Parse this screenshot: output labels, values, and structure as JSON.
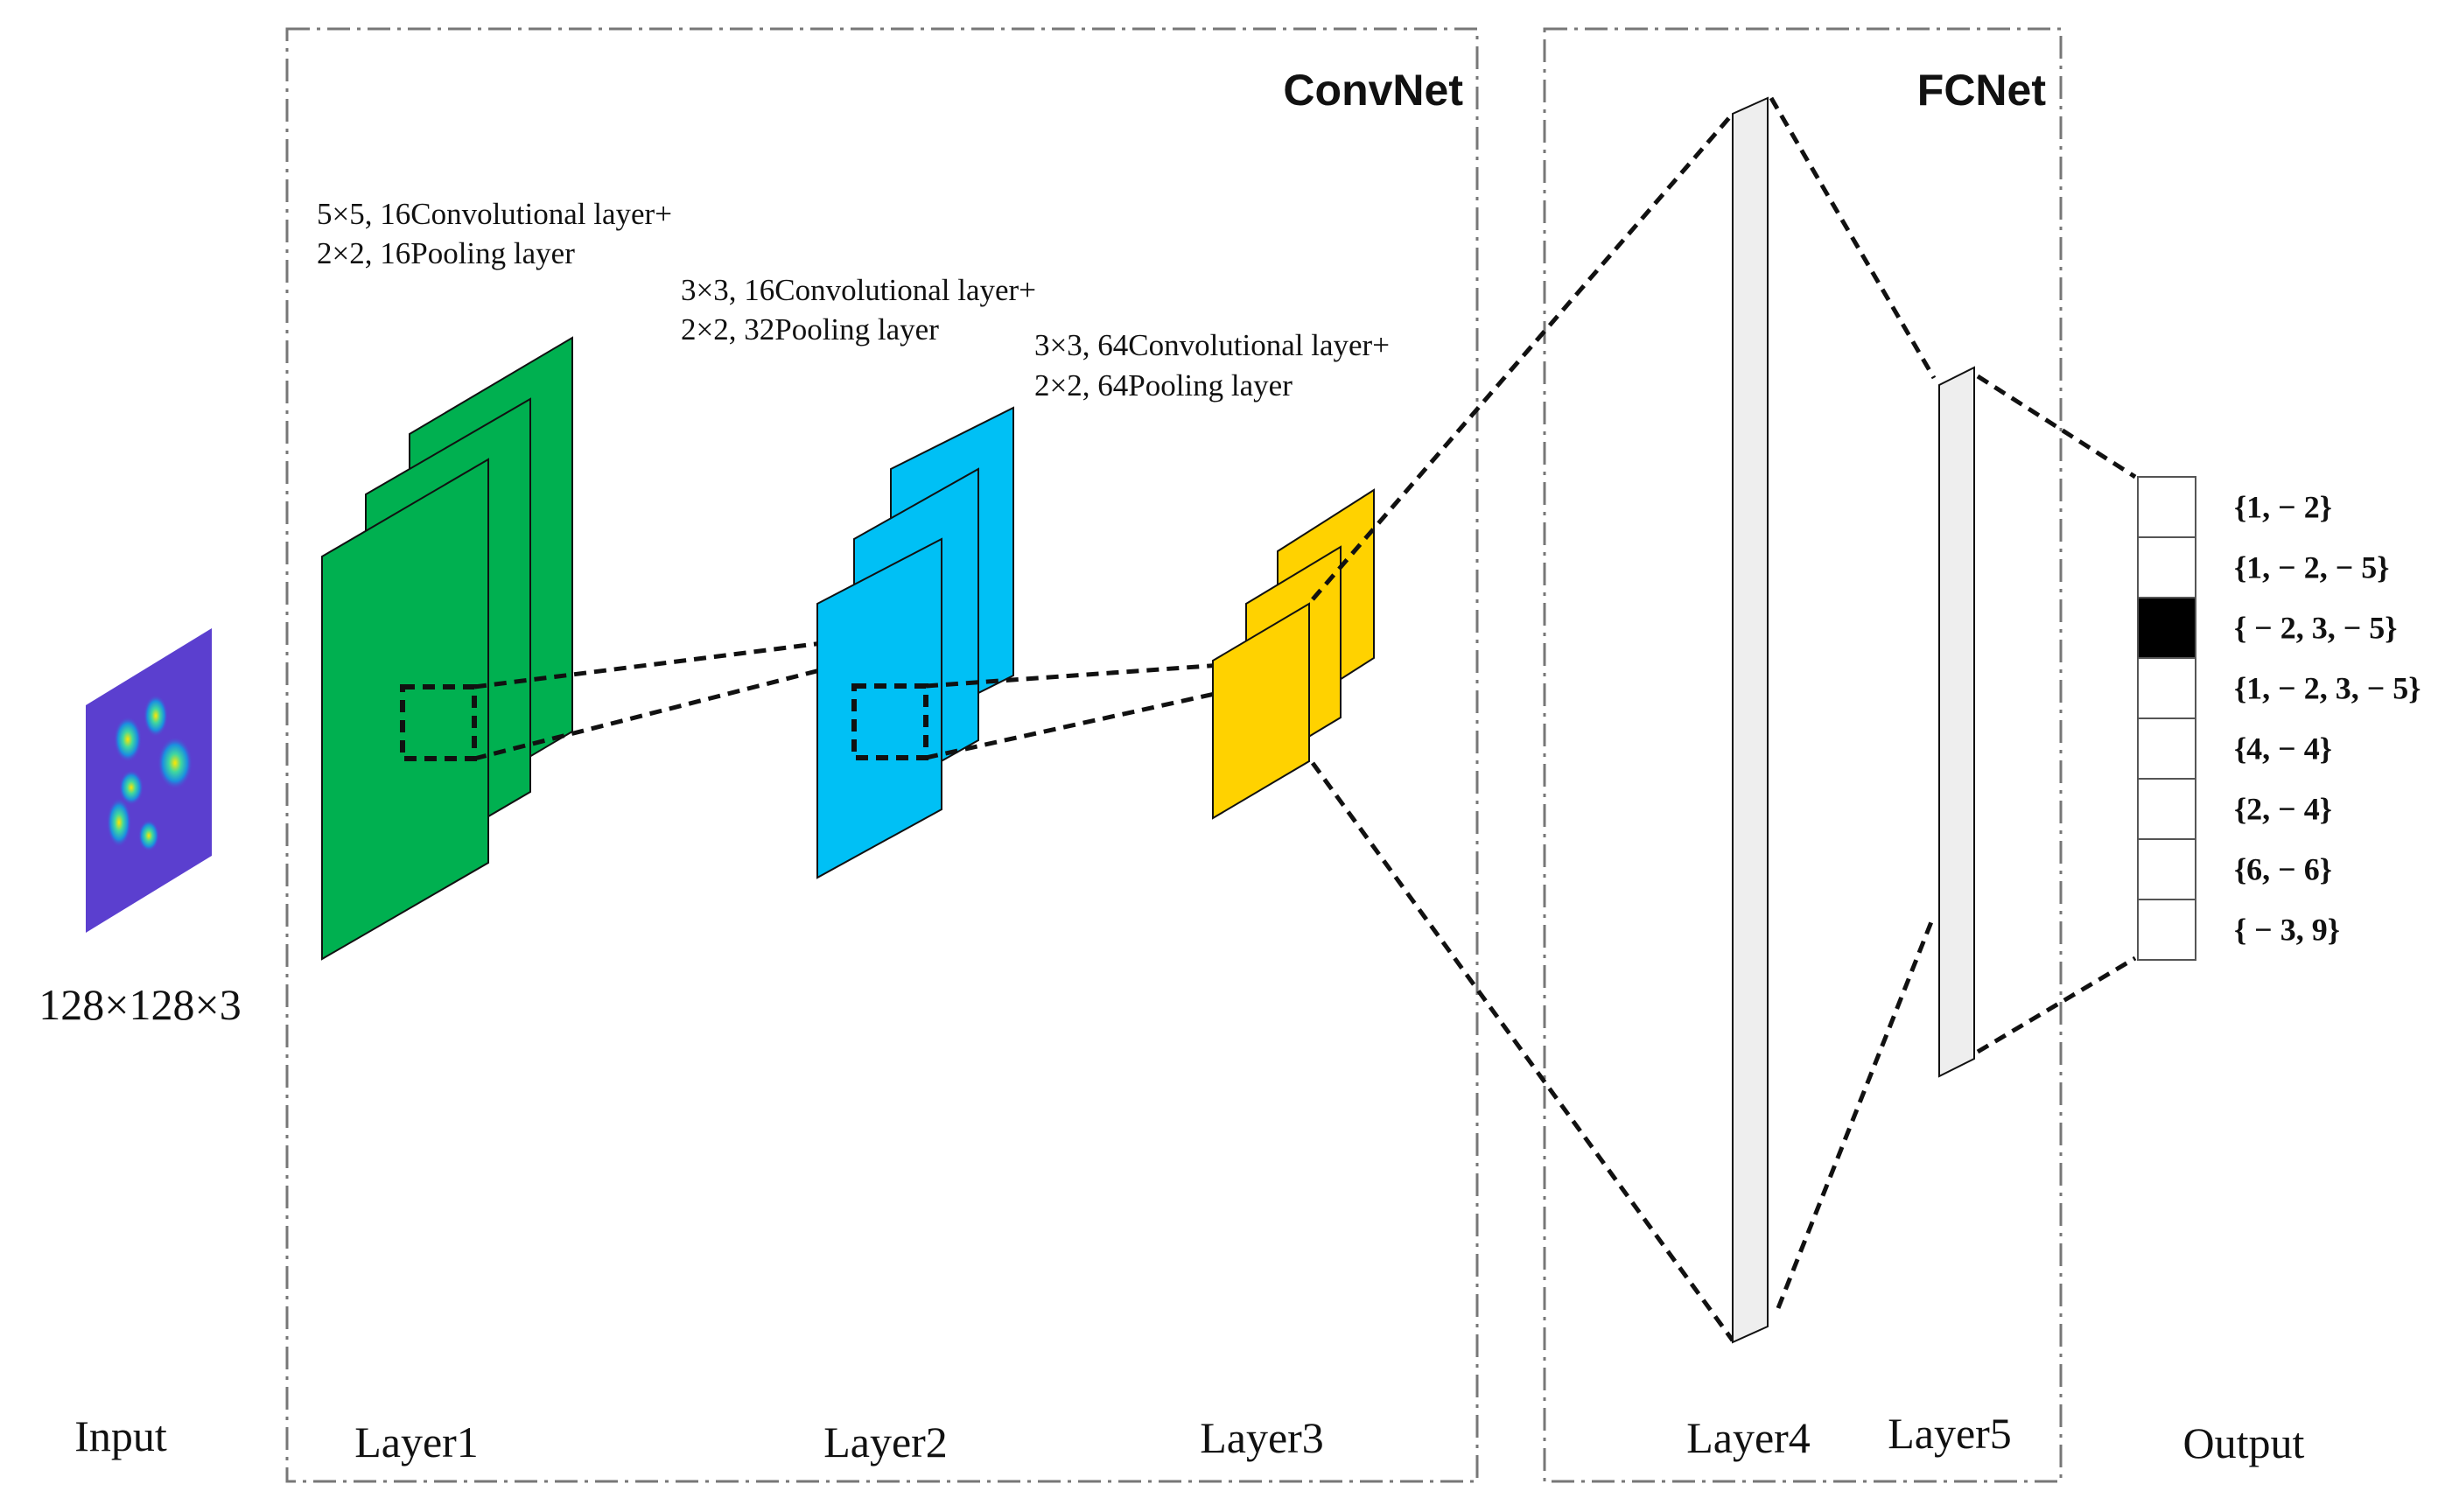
{
  "diagram": {
    "groups": {
      "convnet": {
        "title": "ConvNet"
      },
      "fcnet": {
        "title": "FCNet"
      }
    },
    "input": {
      "label": "Input",
      "size_label": "128×128×3"
    },
    "layers": [
      {
        "id": "layer1",
        "label": "Layer1",
        "color": "#00b050",
        "annotation": [
          "5×5, 16Convolutional  layer+",
          "2×2, 16Pooling  layer"
        ]
      },
      {
        "id": "layer2",
        "label": "Layer2",
        "color": "#00c0f5",
        "annotation": [
          "3×3, 16Convolutional  layer+",
          "2×2, 32Pooling  layer"
        ]
      },
      {
        "id": "layer3",
        "label": "Layer3",
        "color": "#ffd200",
        "annotation": [
          "3×3, 64Convolutional  layer+",
          "2×2, 64Pooling  layer"
        ]
      },
      {
        "id": "layer4",
        "label": "Layer4",
        "color": "#eeeeee"
      },
      {
        "id": "layer5",
        "label": "Layer5",
        "color": "#eeeeee"
      }
    ],
    "output": {
      "label": "Output",
      "classes": [
        "{1, − 2}",
        "{1, − 2, − 5}",
        "{ − 2, 3, − 5}",
        "{1, − 2, 3, − 5}",
        "{4, − 4}",
        "{2, − 4}",
        "{6, − 6}",
        "{ − 3, 9}"
      ],
      "active_index": 2,
      "active_color": "#000000"
    }
  }
}
